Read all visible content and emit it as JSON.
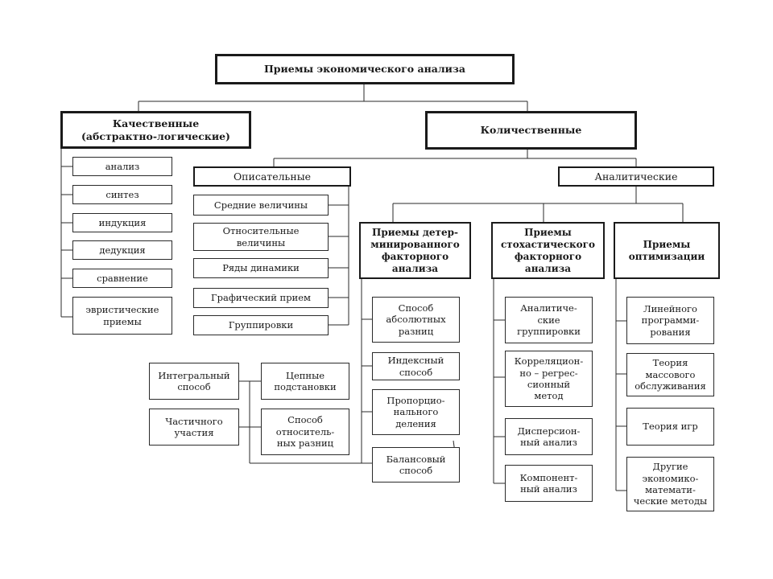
{
  "root": "Приемы экономического анализа",
  "qualitative": {
    "title": "Качественные\n(абстрактно-логические)",
    "items": [
      "анализ",
      "синтез",
      "индукция",
      "дедукция",
      "сравнение",
      "эвристические\nприемы"
    ]
  },
  "quantitative": {
    "title": "Количественные"
  },
  "descriptive": {
    "title": "Описательные",
    "items": [
      "Средние величины",
      "Относительные\nвеличины",
      "Ряды динамики",
      "Графический прием",
      "Группировки"
    ]
  },
  "analytical": {
    "title": "Аналитические"
  },
  "deterministic": {
    "title": "Приемы детер-\nминированного\nфакторного\nанализа",
    "items": [
      "Способ\nабсолютных\nразниц",
      "Индексный\nспособ",
      "Пропорцио-\nнального\nделения",
      "Балансовый\nспособ"
    ]
  },
  "stochastic": {
    "title": "Приемы\nстохастического\nфакторного\nанализа",
    "items": [
      "Аналитиче-\nские\nгруппировки",
      "Корреляцион-\nно – регрес-\nсионный\nметод",
      "Дисперсион-\nный анализ",
      "Компонент-\nный анализ"
    ]
  },
  "optimization": {
    "title": "Приемы\nоптимизации",
    "items": [
      "Линейного\nпрограмми-\nрования",
      "Теория\nмассового\nобслуживания",
      "Теория игр",
      "Другие\nэкономико-\nматемати-\nческие методы"
    ]
  },
  "chain": {
    "integral": "Интегральный\nспособ",
    "partial": "Частичного\nучастия",
    "chain_subst": "Цепные\nподстановки",
    "relative_diff": "Способ\nотноситель-\nных разниц"
  }
}
